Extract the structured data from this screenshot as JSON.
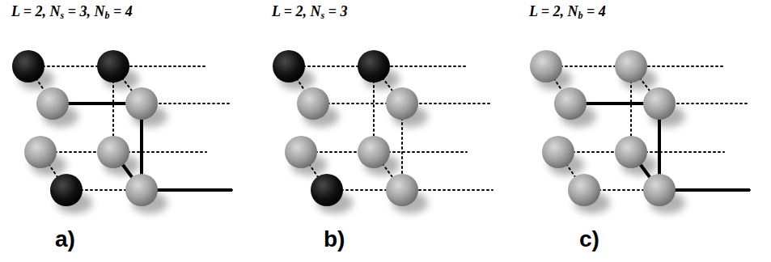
{
  "diagram": {
    "labels": [
      "L = 2, Ns = 3, Nb = 4",
      "L = 2, Ns = 3",
      "L = 2, Nb = 4",
      "a)",
      "b)",
      "c)"
    ]
  }
}
